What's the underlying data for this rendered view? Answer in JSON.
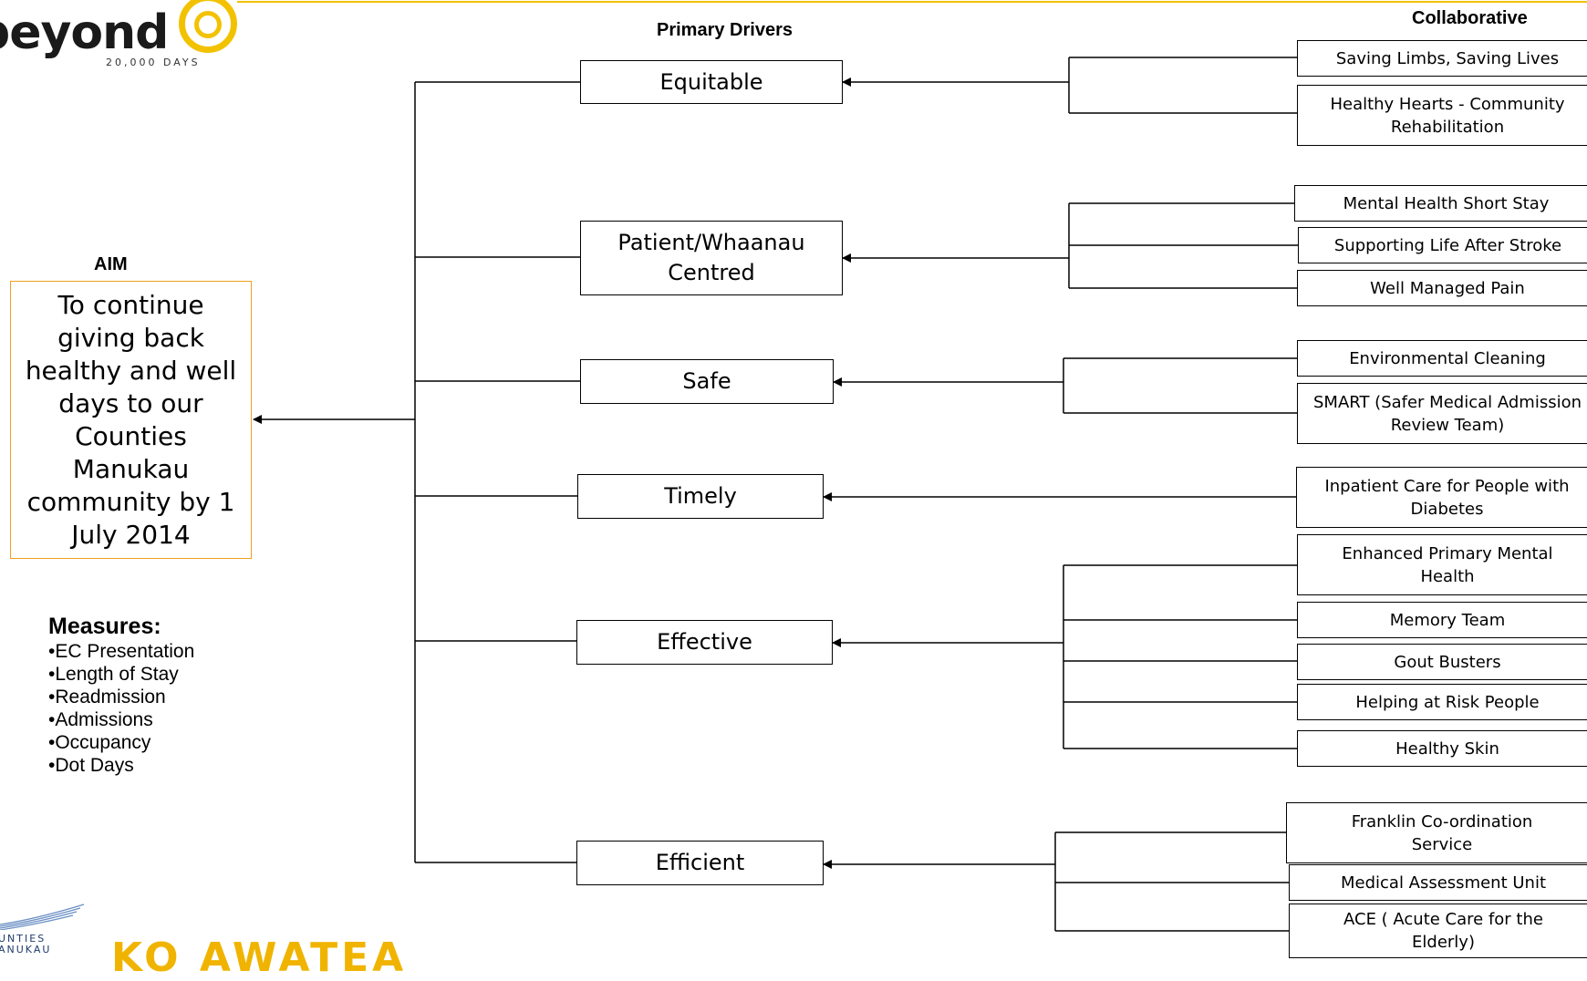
{
  "logo": {
    "word": "beyond",
    "sub": "20,000 DAYS",
    "brand_color": "#f2c200"
  },
  "headers": {
    "aim": "AIM",
    "primary": "Primary Drivers",
    "collaborative": "Collaborative"
  },
  "aim": {
    "text": "To continue giving back healthy and well days to our Counties Manukau community by 1 July 2014"
  },
  "measures": {
    "title": "Measures:",
    "items": [
      "•EC Presentation",
      "•Length of Stay",
      "•Readmission",
      "•Admissions",
      "•Occupancy",
      "•Dot Days"
    ]
  },
  "drivers": [
    {
      "label": "Equitable",
      "projects": [
        "Saving Limbs,  Saving Lives",
        "Healthy Hearts - Community Rehabilitation"
      ]
    },
    {
      "label": "Patient/Whaanau Centred",
      "projects": [
        "Mental Health Short Stay",
        "Supporting Life After Stroke",
        "Well Managed Pain"
      ]
    },
    {
      "label": "Safe",
      "projects": [
        "Environmental Cleaning",
        "SMART (Safer Medical Admission Review Team)"
      ]
    },
    {
      "label": "Timely",
      "projects": [
        "Inpatient Care for People with Diabetes"
      ]
    },
    {
      "label": "Effective",
      "projects": [
        "Enhanced Primary Mental Health",
        "Memory Team",
        "Gout Busters",
        "Helping at Risk People",
        "Healthy Skin"
      ]
    },
    {
      "label": "Efficient",
      "projects": [
        "Franklin Co-ordination Service",
        "Medical Assessment Unit",
        "ACE ( Acute Care for the Elderly)"
      ]
    }
  ],
  "footer_logos": {
    "left_text": "UNTIES ANUKAU",
    "right_text": "KO AWATEA"
  }
}
